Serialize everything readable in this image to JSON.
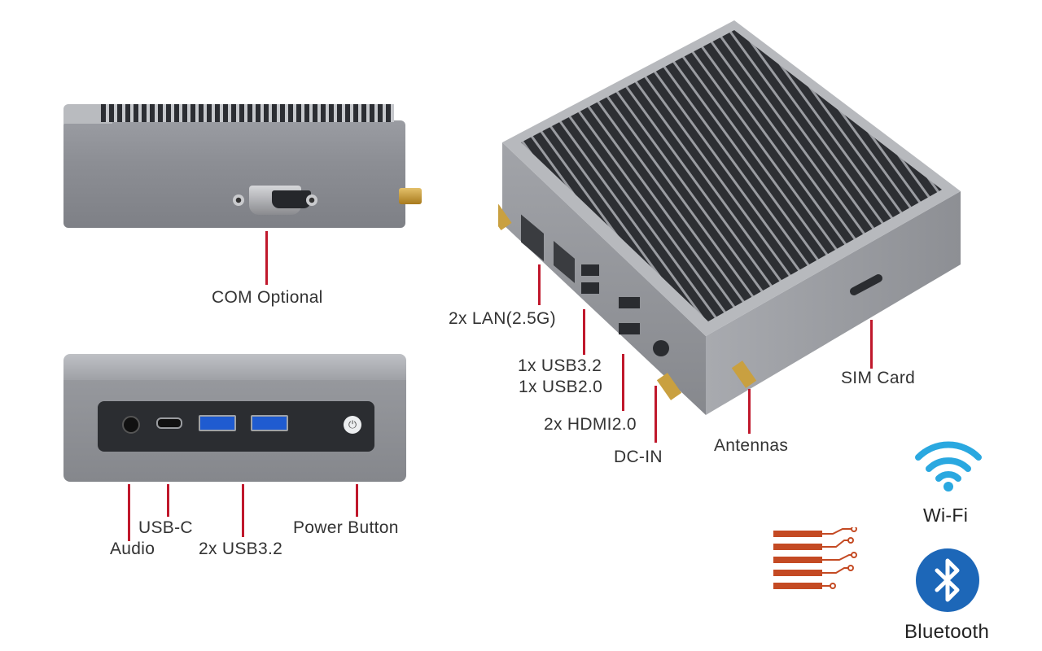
{
  "labels": {
    "com": "COM Optional",
    "lan": "2x LAN(2.5G)",
    "usb32": "1x USB3.2",
    "usb20": "1x USB2.0",
    "hdmi": "2x HDMI2.0",
    "dcin": "DC-IN",
    "antennas": "Antennas",
    "sim": "SIM Card",
    "usbc": "USB-C",
    "audio": "Audio",
    "front_usb": "2x USB3.2",
    "power": "Power Button"
  },
  "badges": {
    "wifi": "Wi-Fi",
    "bluetooth": "Bluetooth"
  },
  "colors": {
    "leader": "#c0182c",
    "bluetooth": "#1d67b8",
    "wifi": "#2aa8e0",
    "heatpipe": "#c44a23"
  },
  "icons": [
    "wifi-icon",
    "bluetooth-icon",
    "heatpipe-icon",
    "power-icon"
  ]
}
